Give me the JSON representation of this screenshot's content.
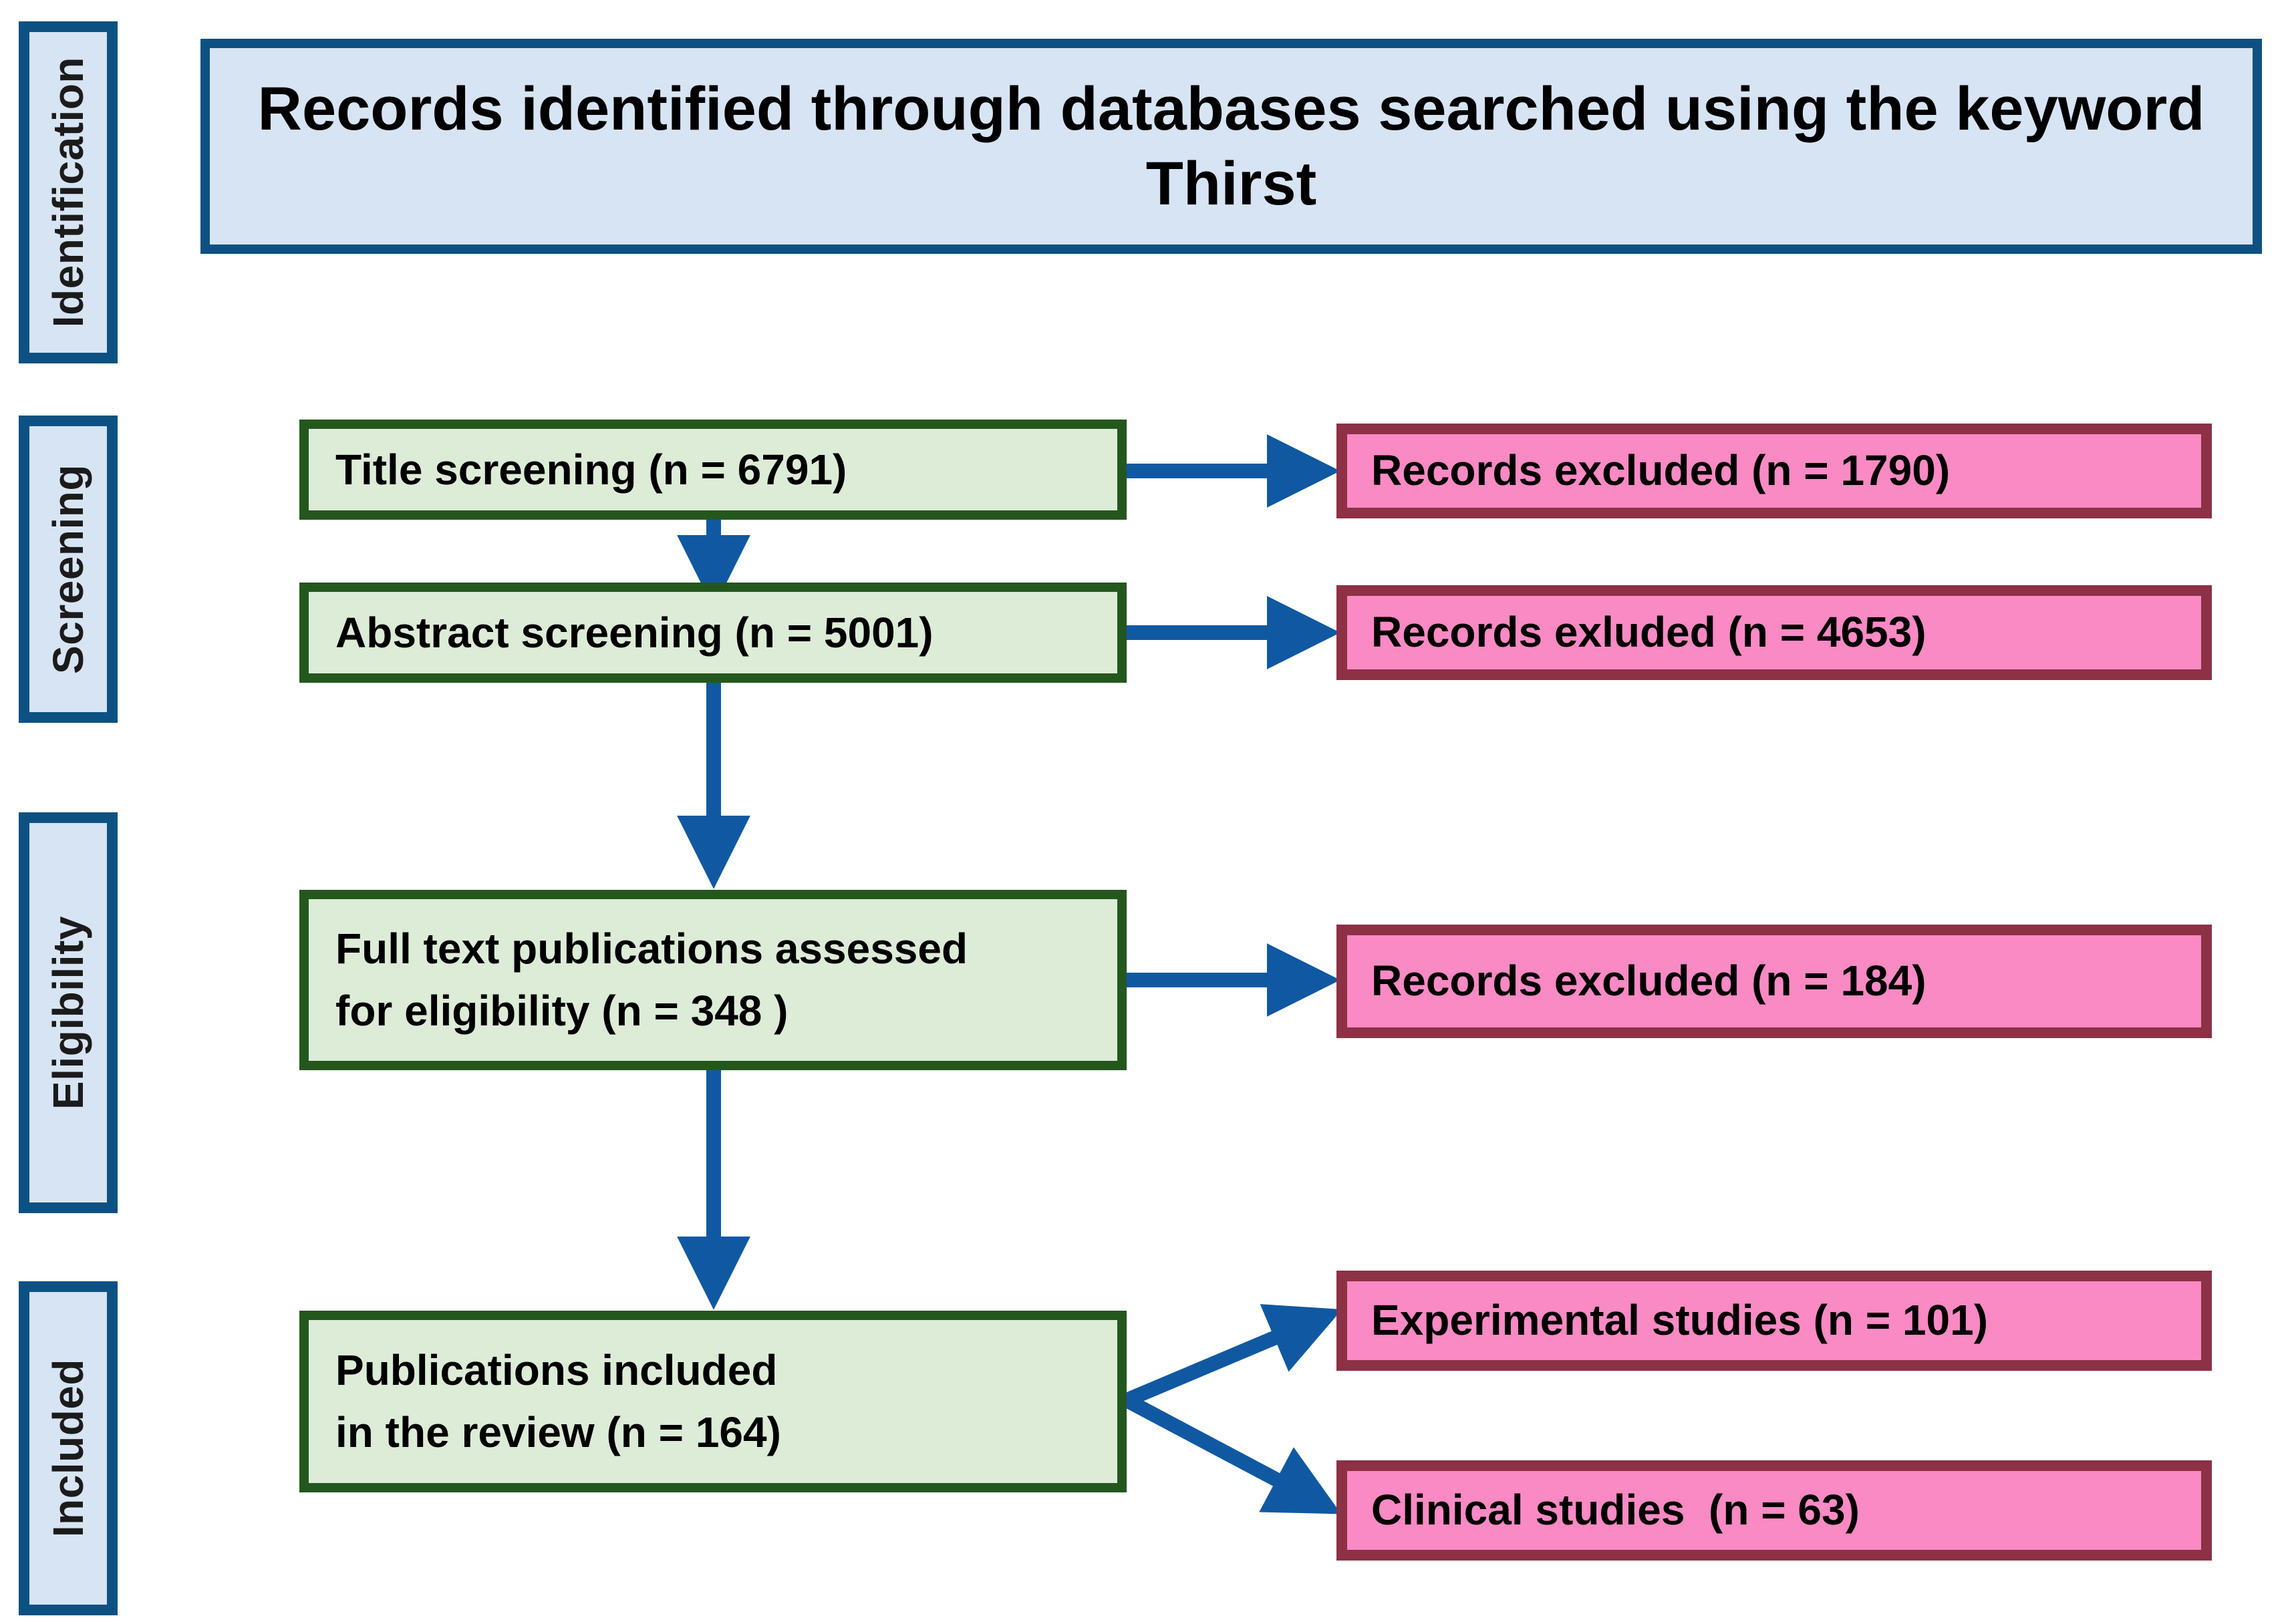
{
  "diagram": {
    "type": "prisma-flow-diagram",
    "colors": {
      "stage_fill": "#d7e4f3",
      "stage_border": "#0d5183",
      "process_fill": "#dcecd7",
      "process_border": "#24571e",
      "exclusion_fill": "#f98ac4",
      "exclusion_border": "#8c3146",
      "arrow": "#1059a2",
      "text": "#000000"
    }
  },
  "stages": [
    {
      "label": "Identification"
    },
    {
      "label": "Screening"
    },
    {
      "label": "Eligibility"
    },
    {
      "label": "Included"
    }
  ],
  "header": {
    "title": "Records identified through databases searched using the keyword Thirst"
  },
  "process_boxes": [
    {
      "id": "title-screening",
      "text": "Title screening (n = 6791)"
    },
    {
      "id": "abstract-screening",
      "text": "Abstract screening (n = 5001)"
    },
    {
      "id": "full-text",
      "text": "Full text publications assessed\nfor eligibility (n = 348 )"
    },
    {
      "id": "included",
      "text": "Publications included\nin the review (n = 164)"
    }
  ],
  "exclusion_boxes": [
    {
      "id": "excluded-title",
      "text": "Records excluded (n = 1790)"
    },
    {
      "id": "excluded-abstract",
      "text": "Records exluded (n = 4653)"
    },
    {
      "id": "excluded-fulltext",
      "text": "Records excluded (n = 184)"
    },
    {
      "id": "experimental",
      "text": "Experimental studies (n = 101)"
    },
    {
      "id": "clinical",
      "text": "Clinical studies  (n = 63)"
    }
  ],
  "chart_data": {
    "type": "diagram",
    "title": "PRISMA flow diagram — keyword Thirst",
    "nodes": [
      {
        "name": "Records identified through databases searched using the keyword Thirst",
        "stage": "Identification",
        "n": null
      },
      {
        "name": "Title screening",
        "stage": "Screening",
        "n": 6791
      },
      {
        "name": "Records excluded",
        "stage": "Screening",
        "n": 1790
      },
      {
        "name": "Abstract screening",
        "stage": "Screening",
        "n": 5001
      },
      {
        "name": "Records exluded",
        "stage": "Screening",
        "n": 4653
      },
      {
        "name": "Full text publications assessed for eligibility",
        "stage": "Eligibility",
        "n": 348
      },
      {
        "name": "Records excluded",
        "stage": "Eligibility",
        "n": 184
      },
      {
        "name": "Publications included in the review",
        "stage": "Included",
        "n": 164
      },
      {
        "name": "Experimental studies",
        "stage": "Included",
        "n": 101
      },
      {
        "name": "Clinical studies",
        "stage": "Included",
        "n": 63
      }
    ],
    "edges": [
      {
        "from": "Title screening",
        "to": "Records excluded (n = 1790)"
      },
      {
        "from": "Title screening",
        "to": "Abstract screening"
      },
      {
        "from": "Abstract screening",
        "to": "Records exluded (n = 4653)"
      },
      {
        "from": "Abstract screening",
        "to": "Full text publications assessed for eligibility"
      },
      {
        "from": "Full text publications assessed for eligibility",
        "to": "Records excluded (n = 184)"
      },
      {
        "from": "Full text publications assessed for eligibility",
        "to": "Publications included in the review"
      },
      {
        "from": "Publications included in the review",
        "to": "Experimental studies"
      },
      {
        "from": "Publications included in the review",
        "to": "Clinical studies"
      }
    ]
  }
}
